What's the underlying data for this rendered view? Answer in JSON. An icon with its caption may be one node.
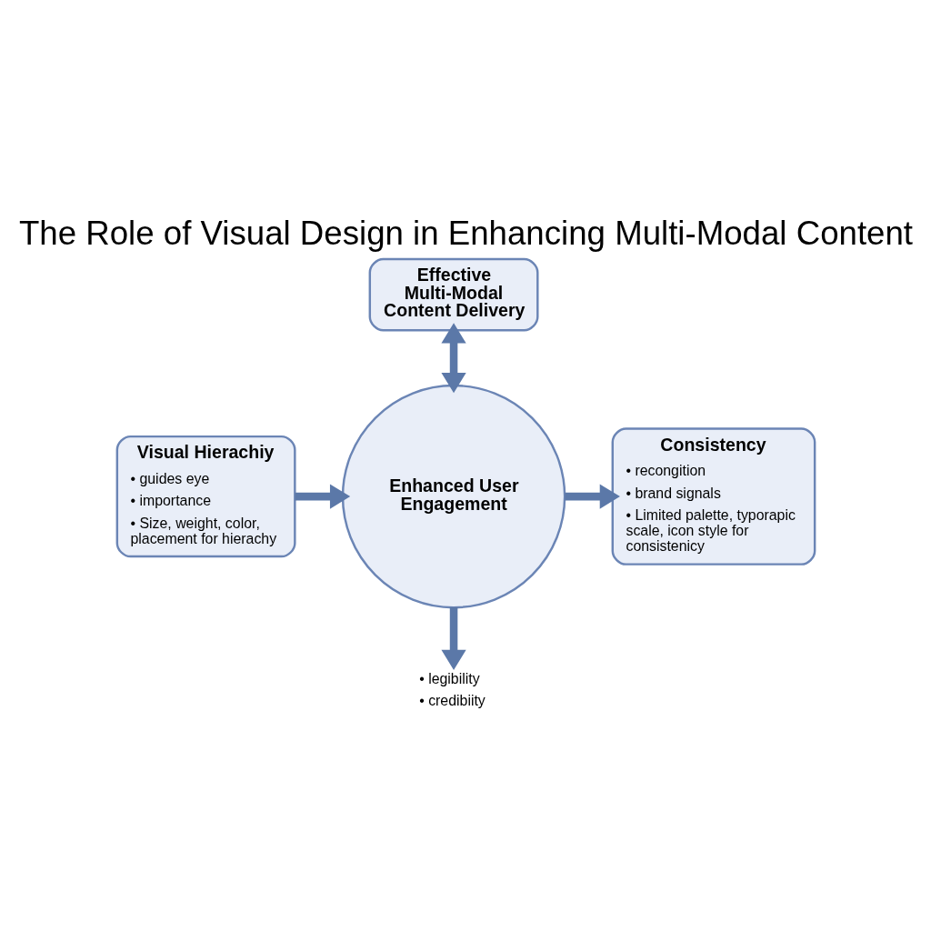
{
  "diagram": {
    "title": "The Role of Visual Design in Enhancing Multi-Modal Content",
    "nodes": [
      {
        "text": [
          "Effective Multi-Modal Content Delivery"
        ]
      },
      {
        "text": [
          "Visual Hierachiy",
          "• guides eye",
          "• importance",
          "• Size, weight, color, placement for hierachy"
        ]
      },
      {
        "text": [
          "Enhanced User Engagement"
        ]
      },
      {
        "text": [
          "Consistency",
          "• recongition",
          "• brand signals",
          "• Limited palette, typorapic scale, icon style for consistenicy"
        ]
      },
      {
        "text": [
          "• legibility",
          "• credibiity"
        ]
      }
    ],
    "edges": [
      {
        "from": 0,
        "to": 2,
        "arrow": "both"
      },
      {
        "from": 1,
        "to": 2,
        "arrow": "to"
      },
      {
        "from": 2,
        "to": 3,
        "arrow": "to"
      },
      {
        "from": 2,
        "to": 4,
        "arrow": "to"
      }
    ]
  }
}
